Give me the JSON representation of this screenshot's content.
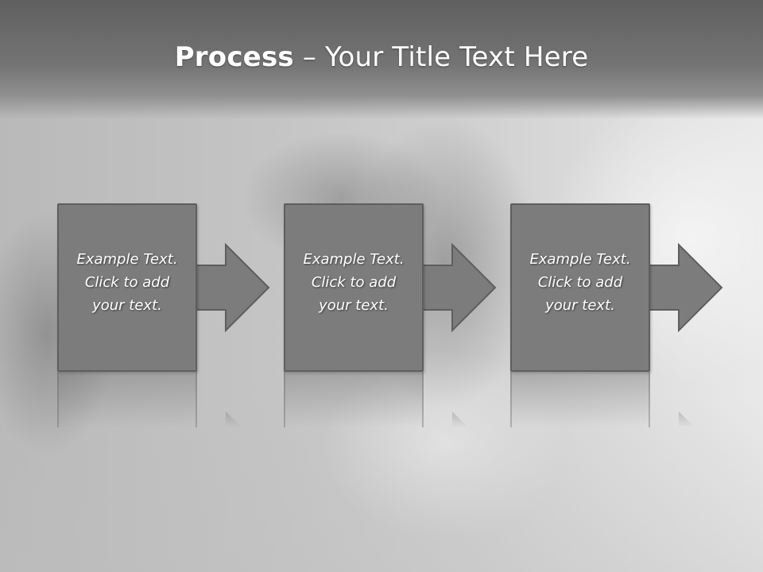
{
  "slide": {
    "title_bold": "Process",
    "title_rest": " – Your Title Text Here"
  },
  "steps": [
    {
      "line1": "Example Text.",
      "line2": "Click  to add",
      "line3": "your text."
    },
    {
      "line1": "Example Text.",
      "line2": "Click  to add",
      "line3": "your text."
    },
    {
      "line1": "Example Text.",
      "line2": "Click  to add",
      "line3": "your text."
    }
  ],
  "colors": {
    "box_fill": "#7c7c7c",
    "box_border": "#5e5e5e",
    "title_band": "#6a6a6a",
    "text": "#ffffff"
  }
}
